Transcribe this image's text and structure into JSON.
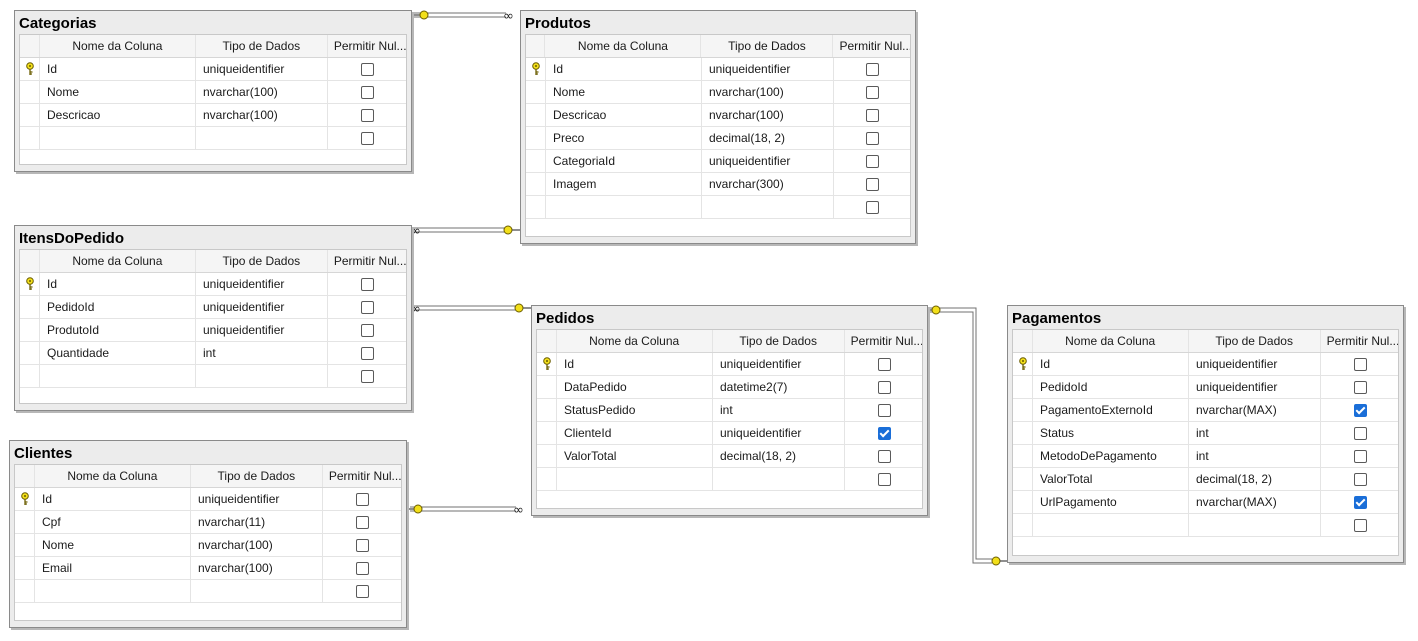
{
  "headers": {
    "col_name": "Nome da Coluna",
    "col_type": "Tipo de Dados",
    "col_null": "Permitir Nul..."
  },
  "tables": {
    "categorias": {
      "title": "Categorias",
      "rows": [
        {
          "name": "Id",
          "type": "uniqueidentifier",
          "nullable": false,
          "pk": true
        },
        {
          "name": "Nome",
          "type": "nvarchar(100)",
          "nullable": false
        },
        {
          "name": "Descricao",
          "type": "nvarchar(100)",
          "nullable": false
        },
        {
          "name": "",
          "type": "",
          "nullable": false
        }
      ]
    },
    "produtos": {
      "title": "Produtos",
      "rows": [
        {
          "name": "Id",
          "type": "uniqueidentifier",
          "nullable": false,
          "pk": true
        },
        {
          "name": "Nome",
          "type": "nvarchar(100)",
          "nullable": false
        },
        {
          "name": "Descricao",
          "type": "nvarchar(100)",
          "nullable": false
        },
        {
          "name": "Preco",
          "type": "decimal(18, 2)",
          "nullable": false
        },
        {
          "name": "CategoriaId",
          "type": "uniqueidentifier",
          "nullable": false
        },
        {
          "name": "Imagem",
          "type": "nvarchar(300)",
          "nullable": false
        },
        {
          "name": "",
          "type": "",
          "nullable": false
        }
      ]
    },
    "itensdopedido": {
      "title": "ItensDoPedido",
      "rows": [
        {
          "name": "Id",
          "type": "uniqueidentifier",
          "nullable": false,
          "pk": true
        },
        {
          "name": "PedidoId",
          "type": "uniqueidentifier",
          "nullable": false
        },
        {
          "name": "ProdutoId",
          "type": "uniqueidentifier",
          "nullable": false
        },
        {
          "name": "Quantidade",
          "type": "int",
          "nullable": false
        },
        {
          "name": "",
          "type": "",
          "nullable": false
        }
      ]
    },
    "pedidos": {
      "title": "Pedidos",
      "rows": [
        {
          "name": "Id",
          "type": "uniqueidentifier",
          "nullable": false,
          "pk": true
        },
        {
          "name": "DataPedido",
          "type": "datetime2(7)",
          "nullable": false
        },
        {
          "name": "StatusPedido",
          "type": "int",
          "nullable": false
        },
        {
          "name": "ClienteId",
          "type": "uniqueidentifier",
          "nullable": true
        },
        {
          "name": "ValorTotal",
          "type": "decimal(18, 2)",
          "nullable": false
        },
        {
          "name": "",
          "type": "",
          "nullable": false
        }
      ]
    },
    "clientes": {
      "title": "Clientes",
      "rows": [
        {
          "name": "Id",
          "type": "uniqueidentifier",
          "nullable": false,
          "pk": true
        },
        {
          "name": "Cpf",
          "type": "nvarchar(11)",
          "nullable": false
        },
        {
          "name": "Nome",
          "type": "nvarchar(100)",
          "nullable": false
        },
        {
          "name": "Email",
          "type": "nvarchar(100)",
          "nullable": false
        },
        {
          "name": "",
          "type": "",
          "nullable": false
        }
      ]
    },
    "pagamentos": {
      "title": "Pagamentos",
      "rows": [
        {
          "name": "Id",
          "type": "uniqueidentifier",
          "nullable": false,
          "pk": true
        },
        {
          "name": "PedidoId",
          "type": "uniqueidentifier",
          "nullable": false
        },
        {
          "name": "PagamentoExternoId",
          "type": "nvarchar(MAX)",
          "nullable": true
        },
        {
          "name": "Status",
          "type": "int",
          "nullable": false
        },
        {
          "name": "MetodoDePagamento",
          "type": "int",
          "nullable": false
        },
        {
          "name": "ValorTotal",
          "type": "decimal(18, 2)",
          "nullable": false
        },
        {
          "name": "UrlPagamento",
          "type": "nvarchar(MAX)",
          "nullable": true
        },
        {
          "name": "",
          "type": "",
          "nullable": false
        }
      ]
    }
  },
  "relationships": [
    {
      "from": "Categorias",
      "to": "Produtos",
      "one": "key-icon",
      "many": "infinity-icon"
    },
    {
      "from": "Produtos",
      "to": "ItensDoPedido",
      "one": "key-icon",
      "many": "infinity-icon"
    },
    {
      "from": "Pedidos",
      "to": "ItensDoPedido",
      "one": "key-icon",
      "many": "infinity-icon"
    },
    {
      "from": "Clientes",
      "to": "Pedidos",
      "one": "key-icon",
      "many": "infinity-icon"
    },
    {
      "from": "Pedidos",
      "to": "Pagamentos",
      "one": "key-icon",
      "many": "key-icon"
    }
  ],
  "colors": {
    "key": "#f2df1a",
    "check": "#1a6ed8",
    "line": "#606060"
  }
}
